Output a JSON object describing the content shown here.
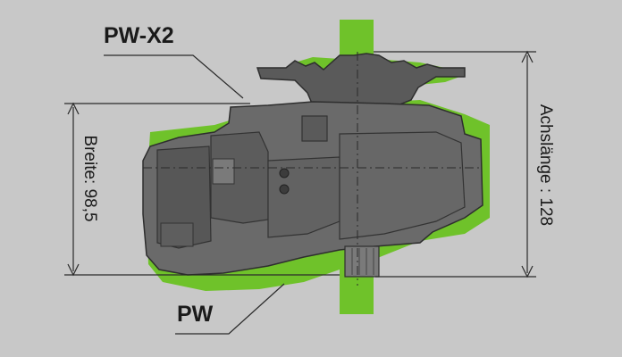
{
  "labels": {
    "top_model": "PW-X2",
    "bottom_model": "PW"
  },
  "dimensions": {
    "width": "Breite: 98,5",
    "axle_length": "Achslänge : 128"
  },
  "colors": {
    "background": "#c8c8c8",
    "accent_green": "#6fc22a",
    "motor_gray": "#6a6a6a",
    "motor_dark": "#3c3c3c",
    "line": "#2a2a2a"
  }
}
